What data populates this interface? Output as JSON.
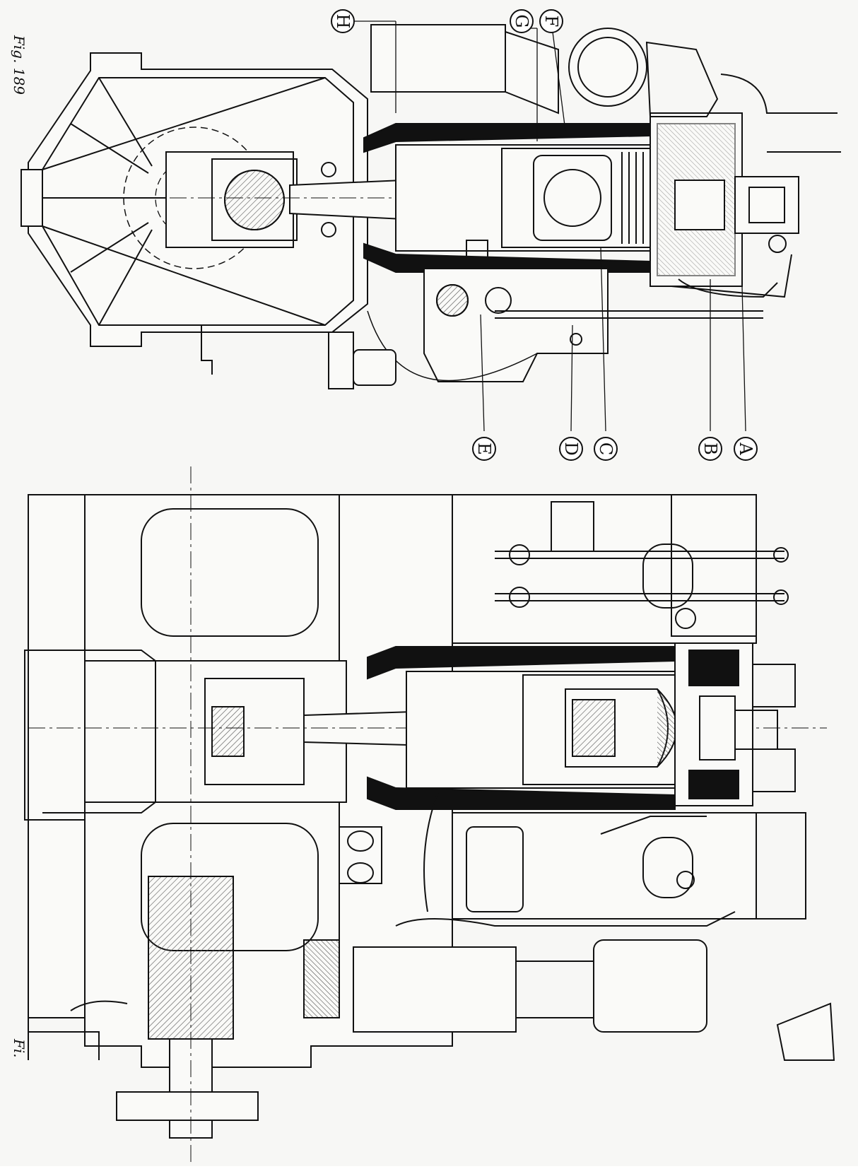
{
  "figure": {
    "caption_top": "Fig. 189",
    "caption_bottom": "Fi."
  },
  "callouts": [
    {
      "letter": "H"
    },
    {
      "letter": "G"
    },
    {
      "letter": "F"
    },
    {
      "letter": "E"
    },
    {
      "letter": "D"
    },
    {
      "letter": "C"
    },
    {
      "letter": "B"
    },
    {
      "letter": "A"
    }
  ],
  "colors": {
    "ink": "#111111",
    "paper": "#f7f7f5",
    "hatch": "#555555"
  }
}
